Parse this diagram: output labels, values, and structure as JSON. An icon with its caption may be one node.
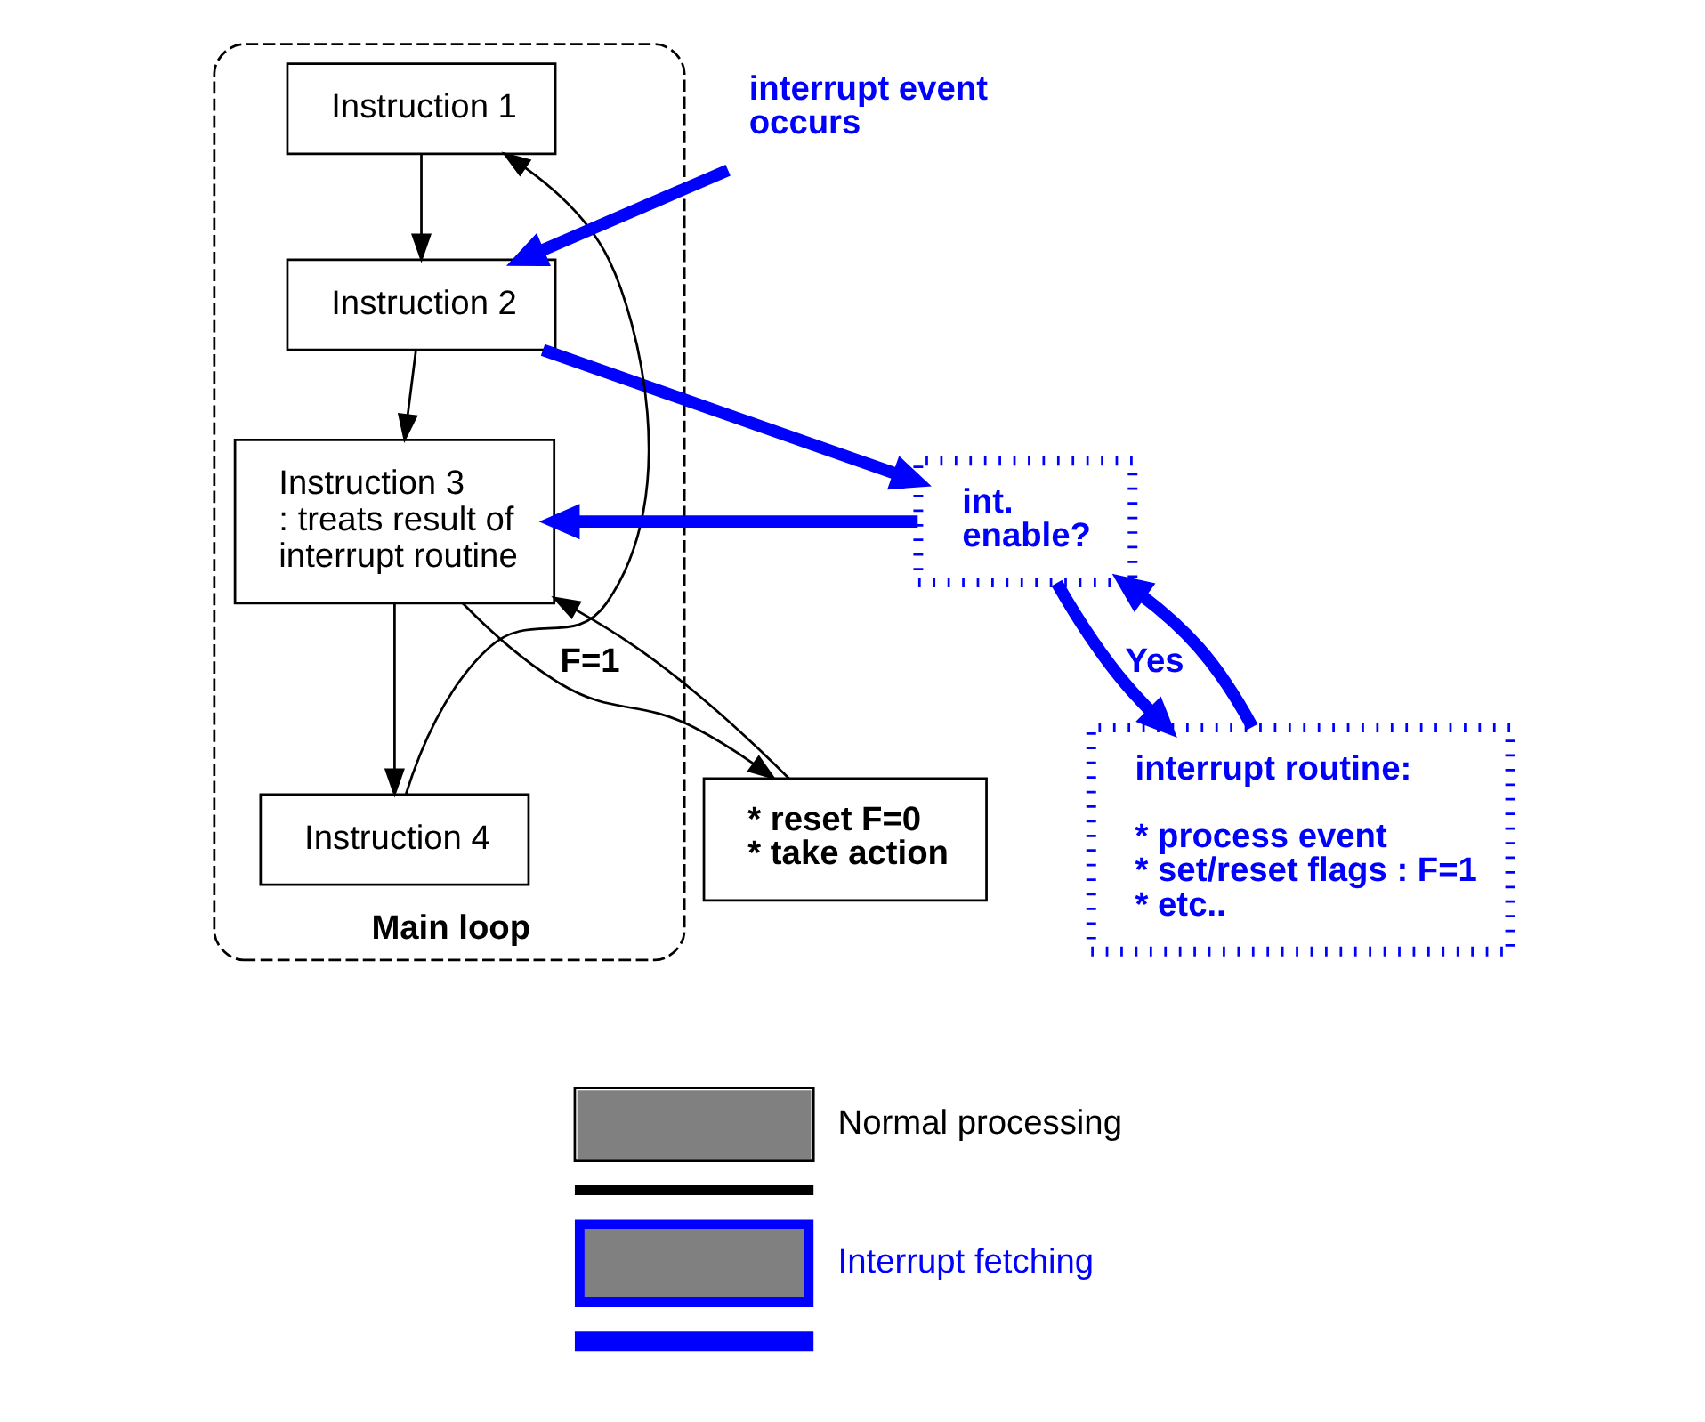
{
  "diagram": {
    "nodes": [
      {
        "text": [
          "Main loop"
        ]
      },
      {
        "text": [
          "Instruction 1"
        ],
        "in": 0
      },
      {
        "text": [
          "Instruction 2"
        ],
        "in": 0
      },
      {
        "text": [
          "Instruction 3 : treats result of interrupt routine"
        ],
        "in": 0
      },
      {
        "text": [
          "Instruction 4"
        ],
        "in": 0
      },
      {
        "text": [
          "interrupt event occurs"
        ]
      },
      {
        "text": [
          "int. enable?"
        ]
      },
      {
        "text": [
          "interrupt routine:",
          "* process event * set/reset flags : F=1 * etc.."
        ]
      },
      {
        "text": [
          "* reset F=0 * take action"
        ]
      }
    ],
    "edges": [
      {
        "from": 1,
        "to": 2,
        "arrow": "to"
      },
      {
        "from": 2,
        "to": 3,
        "arrow": "to"
      },
      {
        "from": 3,
        "to": 4,
        "arrow": "to"
      },
      {
        "from": 4,
        "to": 1,
        "arrow": "to"
      },
      {
        "from": 5,
        "to": 2,
        "arrow": "to",
        "style": "thick",
        "color": "#0000ff"
      },
      {
        "from": 2,
        "to": 6,
        "arrow": "to",
        "style": "thick",
        "color": "#0000ff"
      },
      {
        "from": 6,
        "to": 3,
        "arrow": "to",
        "style": "thick",
        "color": "#0000ff"
      },
      {
        "from": 6,
        "to": 7,
        "arrow": "to",
        "label": "Yes",
        "style": "thick",
        "color": "#0000ff"
      },
      {
        "from": 7,
        "to": 6,
        "arrow": "to",
        "style": "thick",
        "color": "#0000ff"
      },
      {
        "from": 3,
        "to": 8,
        "arrow": "to",
        "label": "F=1"
      },
      {
        "from": 8,
        "to": 3,
        "arrow": "to"
      }
    ],
    "legend": [
      {
        "text": "Normal processing"
      },
      {
        "text": "Interrupt fetching"
      }
    ]
  }
}
